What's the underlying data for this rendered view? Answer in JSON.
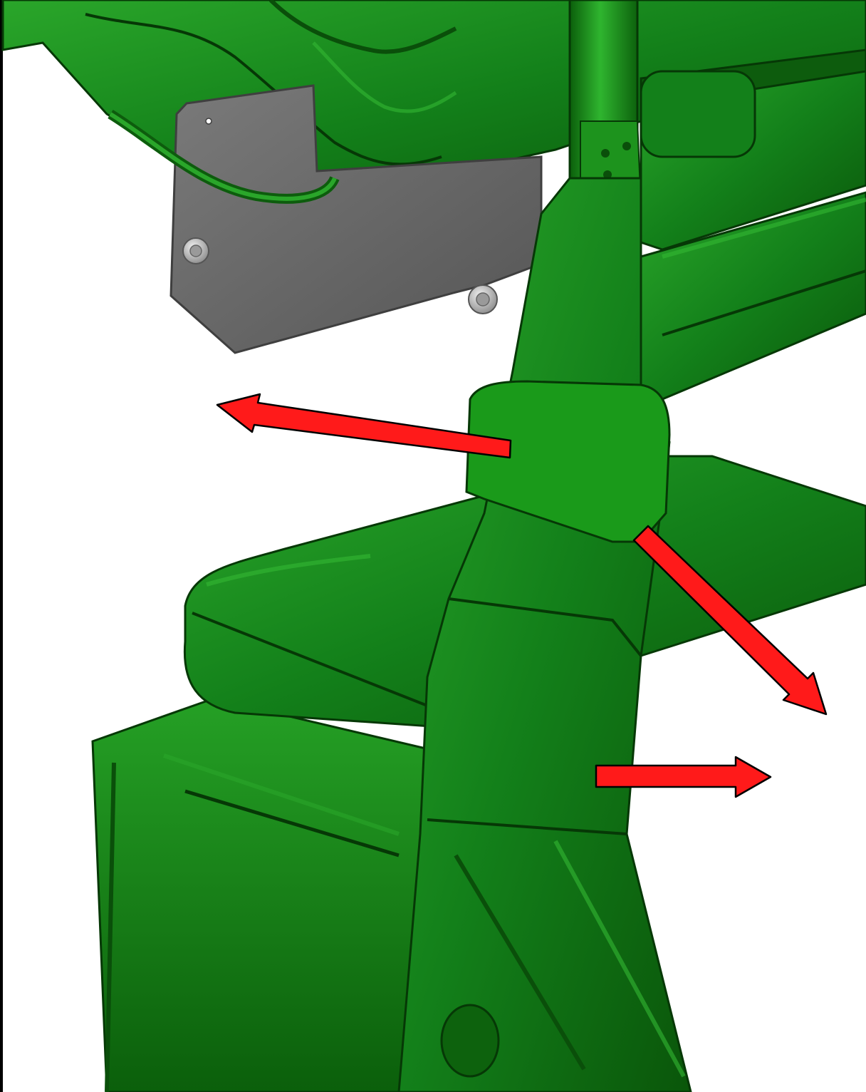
{
  "figure": {
    "description_free": true,
    "colors": {
      "frame_part": "#1a8a1a",
      "frame_part_dark": "#0d5c0d",
      "frame_part_shadow": "#063806",
      "frame_part_highlight": "#33b833",
      "bracket_plate": "#6b6b6b",
      "bracket_plate_edge": "#3f3f3f",
      "fastener": "#b8b8b8",
      "arrow_fill": "#ff1a1a",
      "arrow_outline": "#000000",
      "background": "#ffffff"
    },
    "arrows": [
      {
        "name": "arrow-left",
        "direction": "left"
      },
      {
        "name": "arrow-down-right",
        "direction": "down-right"
      },
      {
        "name": "arrow-right",
        "direction": "right"
      }
    ],
    "icons": {
      "bracket": "bracket-plate-icon",
      "bolt": "bolt-icon"
    }
  }
}
